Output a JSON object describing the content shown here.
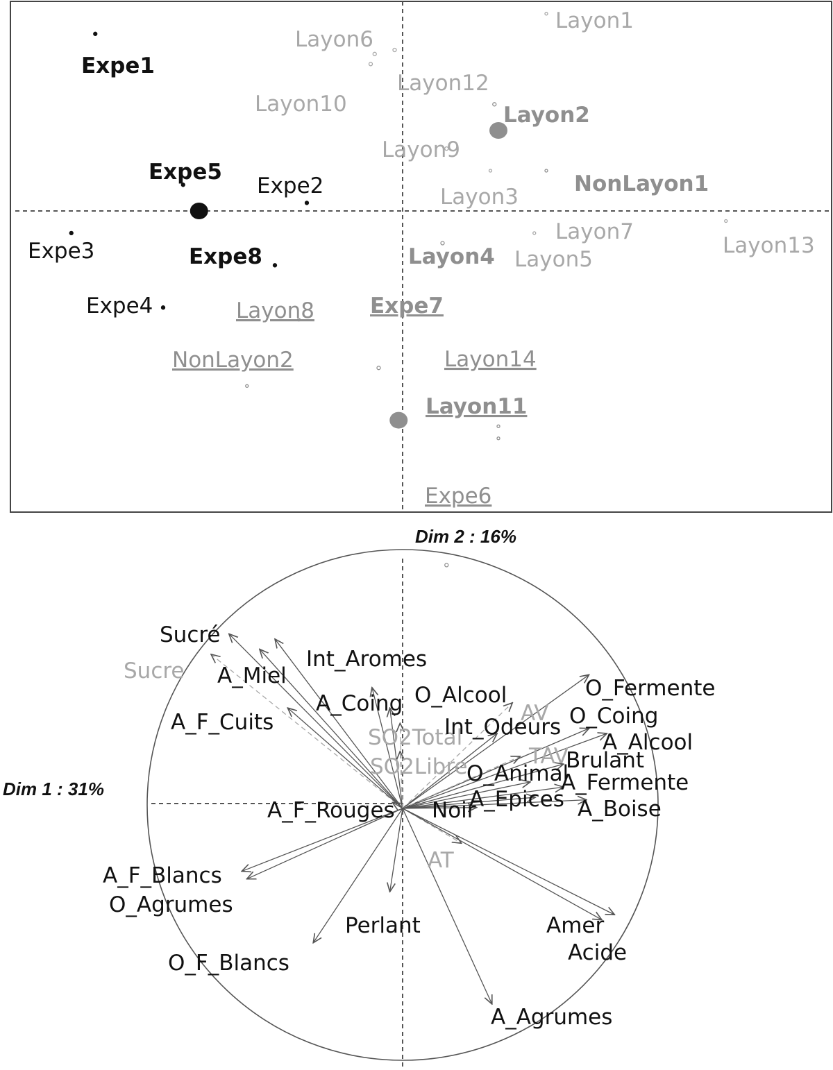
{
  "colors": {
    "black": "#111111",
    "grey": "#8f8f8f",
    "light_grey": "#a8a8a8",
    "frame": "#444444",
    "circle": "#555555"
  },
  "chart_data": [
    {
      "type": "scatter",
      "xlim": [
        -1.0,
        1.0
      ],
      "ylim": [
        -1.0,
        1.0
      ],
      "grid": false,
      "points": [
        {
          "label": "Layon1",
          "x": 0.36,
          "y": 0.98,
          "color": "light_grey",
          "bold": false,
          "underline": false,
          "dot": 2
        },
        {
          "label": "Layon6",
          "x": -0.07,
          "y": 0.78,
          "color": "light_grey",
          "bold": false,
          "underline": false,
          "dot": 2.5
        },
        {
          "label": "Layon12",
          "x": -0.02,
          "y": 0.8,
          "color": "light_grey",
          "bold": false,
          "underline": false,
          "dot": 2.5
        },
        {
          "label": "Layon10",
          "x": -0.08,
          "y": 0.73,
          "color": "light_grey",
          "bold": false,
          "underline": false,
          "dot": 2.5
        },
        {
          "label": "Layon2",
          "x": 0.23,
          "y": 0.53,
          "color": "grey",
          "bold": true,
          "underline": false,
          "dot": 2.5
        },
        {
          "label": "Layon9",
          "x": 0.11,
          "y": 0.31,
          "color": "light_grey",
          "bold": false,
          "underline": false,
          "dot": 2.5
        },
        {
          "label": "Layon3",
          "x": 0.22,
          "y": 0.2,
          "color": "light_grey",
          "bold": false,
          "underline": false,
          "dot": 2
        },
        {
          "label": "NonLayon1",
          "x": 0.36,
          "y": 0.2,
          "color": "grey",
          "bold": true,
          "underline": false,
          "dot": 2
        },
        {
          "label": "Layon7",
          "x": 0.33,
          "y": -0.11,
          "color": "light_grey",
          "bold": false,
          "underline": false,
          "dot": 2
        },
        {
          "label": "Layon5",
          "x": 0.33,
          "y": -0.11,
          "color": "light_grey",
          "bold": false,
          "underline": false,
          "dot": 0
        },
        {
          "label": "Layon13",
          "x": 0.81,
          "y": -0.05,
          "color": "light_grey",
          "bold": false,
          "underline": false,
          "dot": 2
        },
        {
          "label": "Layon4",
          "x": 0.1,
          "y": -0.16,
          "color": "grey",
          "bold": true,
          "underline": false,
          "dot": 2.5
        },
        {
          "label": "Layon8",
          "x": -0.26,
          "y": -0.54,
          "color": "grey",
          "bold": false,
          "underline": true,
          "dot": 2
        },
        {
          "label": "NonLayon2",
          "x": -0.39,
          "y": -0.87,
          "color": "grey",
          "bold": false,
          "underline": true,
          "dot": 2
        },
        {
          "label": "Expe7",
          "x": -0.06,
          "y": -0.78,
          "color": "grey",
          "bold": true,
          "underline": true,
          "dot": 2.5
        },
        {
          "label": "Layon14",
          "x": 0.24,
          "y": -1.07,
          "color": "grey",
          "bold": false,
          "underline": true,
          "dot": 2
        },
        {
          "label": "Layon11",
          "x": 0.24,
          "y": -1.13,
          "color": "grey",
          "bold": true,
          "underline": true,
          "dot": 2
        },
        {
          "label": "Expe6",
          "x": 0.11,
          "y": -1.76,
          "color": "grey",
          "bold": false,
          "underline": true,
          "dot": 2.5
        },
        {
          "label": "Expe1",
          "x": -0.77,
          "y": 0.88,
          "color": "black",
          "bold": true,
          "underline": false,
          "dot": 2.5
        },
        {
          "label": "Expe5",
          "x": -0.55,
          "y": 0.13,
          "color": "black",
          "bold": true,
          "underline": false,
          "dot": 2.5
        },
        {
          "label": "Expe2",
          "x": -0.24,
          "y": 0.04,
          "color": "black",
          "bold": false,
          "underline": false,
          "dot": 2.5
        },
        {
          "label": "Expe3",
          "x": -0.83,
          "y": -0.11,
          "color": "black",
          "bold": false,
          "underline": false,
          "dot": 2.5
        },
        {
          "label": "Expe8",
          "x": -0.32,
          "y": -0.27,
          "color": "black",
          "bold": true,
          "underline": false,
          "dot": 2.5
        },
        {
          "label": "Expe4",
          "x": -0.6,
          "y": -0.48,
          "color": "black",
          "bold": false,
          "underline": false,
          "dot": 2.5
        }
      ],
      "centroids": [
        {
          "x": -0.51,
          "y": 0.0,
          "color": "black"
        },
        {
          "x": 0.24,
          "y": 0.4,
          "color": "grey"
        },
        {
          "x": -0.01,
          "y": -1.04,
          "color": "grey"
        }
      ]
    },
    {
      "type": "scatter",
      "title": "Dim 2 : 16%",
      "xlabel": "Dim 1 : 31%",
      "xlim": [
        -1.0,
        1.0
      ],
      "ylim": [
        -1.0,
        1.0
      ],
      "grid": false,
      "arrows": [
        {
          "label": "Sucré",
          "x": -0.68,
          "y": 0.67,
          "color": "black",
          "dashed": false
        },
        {
          "label": "Sucre",
          "x": -0.75,
          "y": 0.59,
          "color": "light_grey",
          "dashed": true
        },
        {
          "label": "A_Miel",
          "x": -0.56,
          "y": 0.61,
          "color": "black",
          "dashed": false
        },
        {
          "label": "Int_Aromes",
          "x": -0.5,
          "y": 0.65,
          "color": "black",
          "dashed": false
        },
        {
          "label": "A_F_Cuits",
          "x": -0.45,
          "y": 0.38,
          "color": "black",
          "dashed": false
        },
        {
          "label": "A_Coing",
          "x": -0.12,
          "y": 0.46,
          "color": "black",
          "dashed": false
        },
        {
          "label": "O_Alcool",
          "x": -0.05,
          "y": 0.38,
          "color": "black",
          "dashed": false
        },
        {
          "label": "SO2Total",
          "x": -0.01,
          "y": 0.32,
          "color": "light_grey",
          "dashed": true
        },
        {
          "label": "SO2Libre",
          "x": -0.01,
          "y": 0.21,
          "color": "light_grey",
          "dashed": true
        },
        {
          "label": "AV",
          "x": 0.43,
          "y": 0.4,
          "color": "light_grey",
          "dashed": true
        },
        {
          "label": "O_Fermente",
          "x": 0.73,
          "y": 0.51,
          "color": "black",
          "dashed": false
        },
        {
          "label": "O_Coing",
          "x": 0.73,
          "y": 0.3,
          "color": "black",
          "dashed": false
        },
        {
          "label": "Int_Odeurs",
          "x": 0.37,
          "y": 0.28,
          "color": "black",
          "dashed": false
        },
        {
          "label": "A_Alcool",
          "x": 0.8,
          "y": 0.28,
          "color": "black",
          "dashed": false
        },
        {
          "label": "TAV",
          "x": 0.46,
          "y": 0.19,
          "color": "light_grey",
          "dashed": true
        },
        {
          "label": "Brulant",
          "x": 0.63,
          "y": 0.16,
          "color": "black",
          "dashed": false
        },
        {
          "label": "O_Animal",
          "x": 0.5,
          "y": 0.09,
          "color": "black",
          "dashed": false
        },
        {
          "label": "A_Fermente",
          "x": 0.63,
          "y": 0.07,
          "color": "black",
          "dashed": false
        },
        {
          "label": "A_Epices",
          "x": 0.52,
          "y": 0.03,
          "color": "black",
          "dashed": false
        },
        {
          "label": "A_Boise",
          "x": 0.72,
          "y": 0.02,
          "color": "black",
          "dashed": false
        },
        {
          "label": "Noir",
          "x": 0.29,
          "y": -0.01,
          "color": "black",
          "dashed": false
        },
        {
          "label": "A_F_Rouges",
          "x": -0.04,
          "y": 0.01,
          "color": "black",
          "dashed": false
        },
        {
          "label": "AT",
          "x": 0.23,
          "y": -0.15,
          "color": "light_grey",
          "dashed": true
        },
        {
          "label": "A_F_Blancs",
          "x": -0.63,
          "y": -0.26,
          "color": "black",
          "dashed": false
        },
        {
          "label": "O_Agrumes",
          "x": -0.61,
          "y": -0.29,
          "color": "black",
          "dashed": false
        },
        {
          "label": "O_F_Blancs",
          "x": -0.35,
          "y": -0.54,
          "color": "black",
          "dashed": false
        },
        {
          "label": "Perlant",
          "x": -0.05,
          "y": -0.34,
          "color": "black",
          "dashed": false
        },
        {
          "label": "Amer",
          "x": 0.83,
          "y": -0.43,
          "color": "black",
          "dashed": false
        },
        {
          "label": "Acide",
          "x": 0.78,
          "y": -0.45,
          "color": "black",
          "dashed": false
        },
        {
          "label": "A_Agrumes",
          "x": 0.35,
          "y": -0.78,
          "color": "black",
          "dashed": false
        }
      ]
    }
  ]
}
